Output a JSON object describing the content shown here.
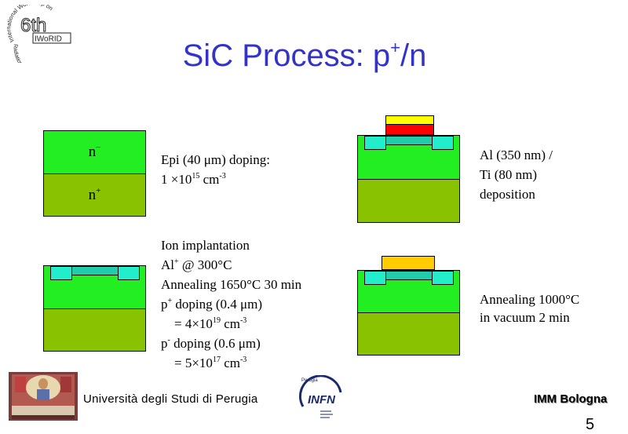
{
  "title_main": "SiC Process: p",
  "title_sup": "+",
  "title_end": "/n",
  "logo": {
    "line1": "International Workshop on",
    "line2": "Radiation Imaging Detectors",
    "big": "6th",
    "badge": "IWoRID"
  },
  "step1": {
    "n_minus_base": "n",
    "n_minus_sup": "−",
    "n_plus_base": "n",
    "n_plus_sup": "+",
    "line1": "Epi (40 μm)  doping:",
    "line2_a": "1 ×10",
    "line2_sup": "15",
    "line2_b": " cm",
    "line2_sup2": "-3"
  },
  "step2": {
    "l1": "Ion implantation",
    "l2_a": "Al",
    "l2_sup": "+",
    "l2_b": "  @ 300°C",
    "l3": "Annealing 1650°C 30 min",
    "l4_a": "p",
    "l4_sup": "+",
    "l4_b": " doping (0.4 μm)",
    "l5_a": "    = 4×10",
    "l5_sup": "19",
    "l5_b": " cm",
    "l5_sup2": "-3",
    "l6_a": "p",
    "l6_sup": "-",
    "l6_b": " doping (0.6 μm)",
    "l7_a": "    = 5×10",
    "l7_sup": "17",
    "l7_b": " cm",
    "l7_sup2": "-3"
  },
  "step3": {
    "l1": "Al (350 nm) /",
    "l2": "Ti (80 nm)",
    "l3": "deposition"
  },
  "step4": {
    "l1": "Annealing 1000°C",
    "l2": "in vacuum 2 min"
  },
  "infn": {
    "small": "Perugia",
    "big": "INFN"
  },
  "footer_left": "Università degli Studi di Perugia",
  "footer_right": "IMM Bologna",
  "page_number": "5",
  "colors": {
    "title": "#3333cc",
    "n_layer": "#22ee22",
    "substrate": "#88c200",
    "implant": "#22ccaa",
    "contact": "#22eecc",
    "al": "#ffff00",
    "ti": "#ff0000",
    "annealed": "#ffcc00"
  }
}
